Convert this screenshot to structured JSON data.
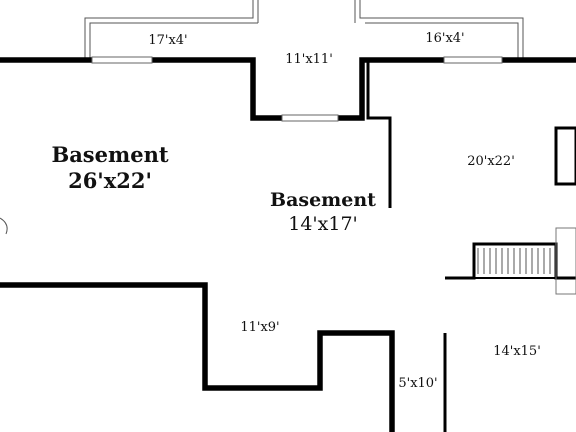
{
  "rooms": {
    "basement_main": {
      "name": "Basement",
      "size": "26'x22'"
    },
    "basement_center": {
      "name": "Basement",
      "size": "14'x17'"
    },
    "bay_left": {
      "size": "17'x4'"
    },
    "bay_center": {
      "size": "11'x11'"
    },
    "bay_right": {
      "size": "16'x4'"
    },
    "room_right": {
      "size": "20'x22'"
    },
    "room_lower_left": {
      "size": "11'x9'"
    },
    "closet": {
      "size": "5'x10'"
    },
    "room_lower_right": {
      "size": "14'x15'"
    }
  }
}
